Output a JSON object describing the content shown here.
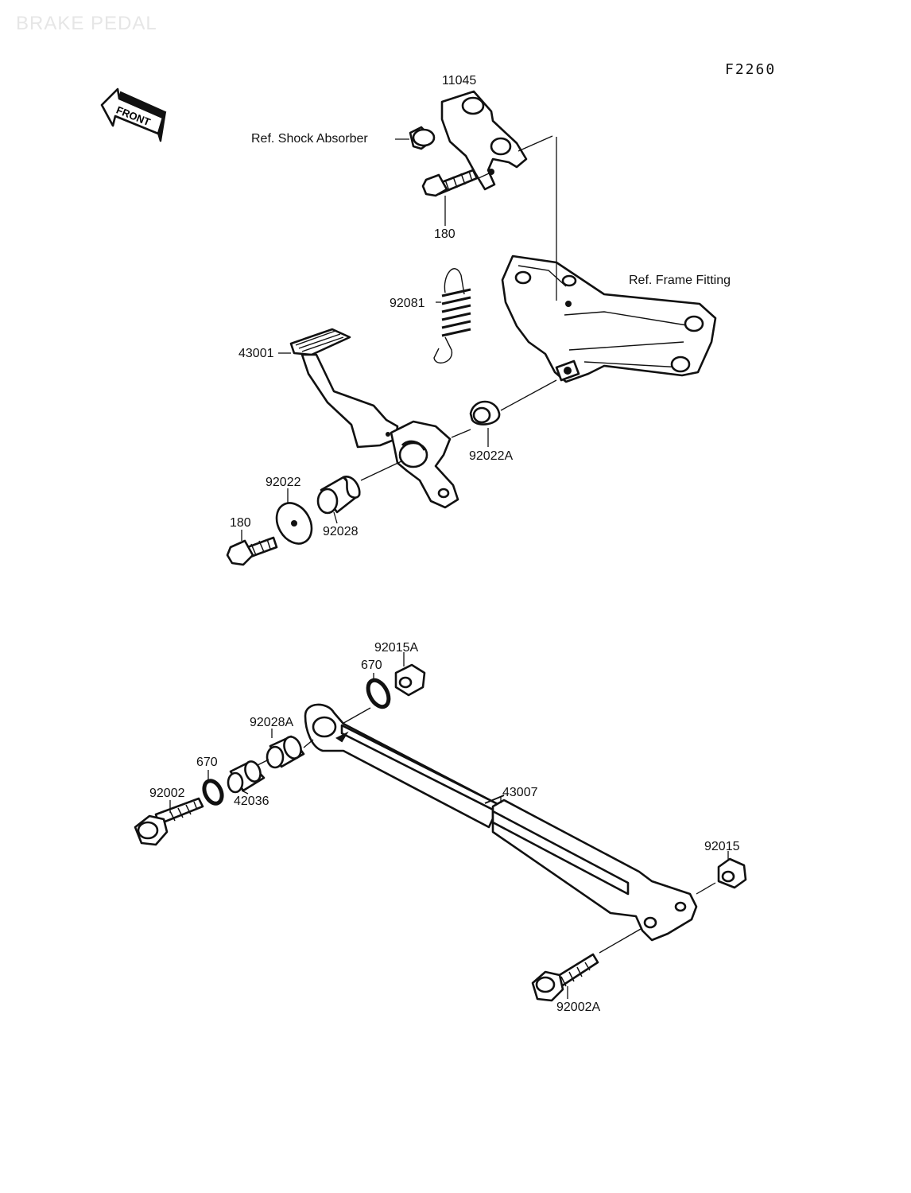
{
  "header": {
    "watermark": "BRAKE PEDAL",
    "diagram_code": "F2260",
    "front_label": "FRONT"
  },
  "upper_assembly": {
    "labels": {
      "bracket": "11045",
      "shock_absorber_ref": "Ref. Shock Absorber",
      "bolt_top": "180",
      "spring": "92081",
      "frame_fitting_ref": "Ref. Frame Fitting",
      "pedal": "43001",
      "washer_right": "92022A",
      "washer_left": "92022",
      "collar": "92028",
      "bolt_left": "180"
    }
  },
  "lower_assembly": {
    "labels": {
      "nut_top": "92015A",
      "oring_top": "670",
      "collar_a": "92028A",
      "oring_left": "670",
      "bolt_left": "92002",
      "collar_left": "42036",
      "rod": "43007",
      "nut_right": "92015",
      "bolt_right": "92002A"
    }
  }
}
